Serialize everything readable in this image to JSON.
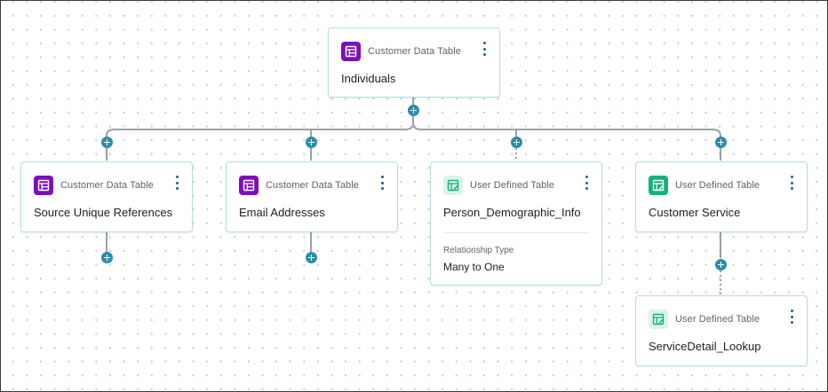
{
  "nodes": {
    "individuals": {
      "type": "Customer Data Table",
      "name": "Individuals"
    },
    "source_unique_references": {
      "type": "Customer Data Table",
      "name": "Source Unique References"
    },
    "email_addresses": {
      "type": "Customer Data Table",
      "name": "Email Addresses"
    },
    "person_demographic_info": {
      "type": "User Defined Table",
      "name": "Person_Demographic_Info",
      "relationship_label": "Relationship Type",
      "relationship_value": "Many to One"
    },
    "customer_service": {
      "type": "User Defined Table",
      "name": "Customer Service"
    },
    "service_detail_lookup": {
      "type": "User Defined Table",
      "name": "ServiceDetail_Lookup"
    }
  },
  "icons": {
    "customer_data_table": "table-icon",
    "user_defined_table": "table-edit-icon",
    "menu": "vertical-ellipsis-icon",
    "add": "plus-circle-icon"
  },
  "colors": {
    "customer_data_table_icon": "#7b0fb9",
    "user_defined_table_icon": "#12b27a",
    "user_defined_table_icon_light": "#ddf3e9",
    "connector": "#9aa0a6",
    "add_button": "#2e8ca6",
    "card_border": "#b6dde3",
    "menu_dots": "#1f5f96"
  }
}
